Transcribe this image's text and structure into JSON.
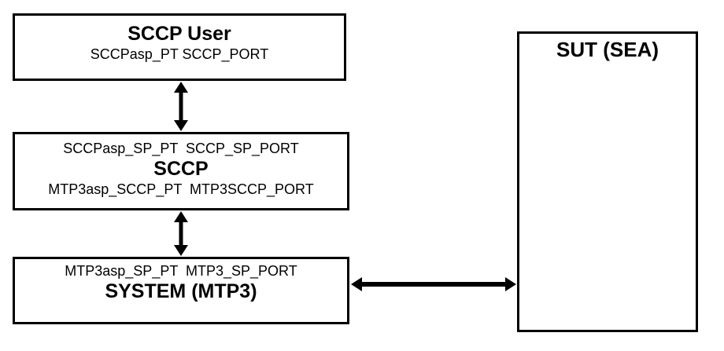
{
  "diagram": {
    "boxes": {
      "sccp_user": {
        "title": "SCCP User",
        "ports": "SCCPasp_PT SCCP_PORT"
      },
      "sccp": {
        "top_ports": "SCCPasp_SP_PT  SCCP_SP_PORT",
        "title": "SCCP",
        "bottom_ports": "MTP3asp_SCCP_PT  MTP3SCCP_PORT"
      },
      "system_mtp3": {
        "ports": "MTP3asp_SP_PT  MTP3_SP_PORT",
        "title": "SYSTEM (MTP3)"
      },
      "sut": {
        "title": "SUT (SEA)"
      }
    },
    "connections": [
      {
        "from": "sccp_user",
        "to": "sccp",
        "type": "bidirectional-arrow"
      },
      {
        "from": "sccp",
        "to": "system_mtp3",
        "type": "bidirectional-arrow"
      },
      {
        "from": "system_mtp3",
        "to": "sut",
        "type": "bidirectional-arrow"
      }
    ],
    "colors": {
      "border": "#000000",
      "background": "#ffffff",
      "text": "#000000",
      "arrow": "#000000"
    }
  }
}
